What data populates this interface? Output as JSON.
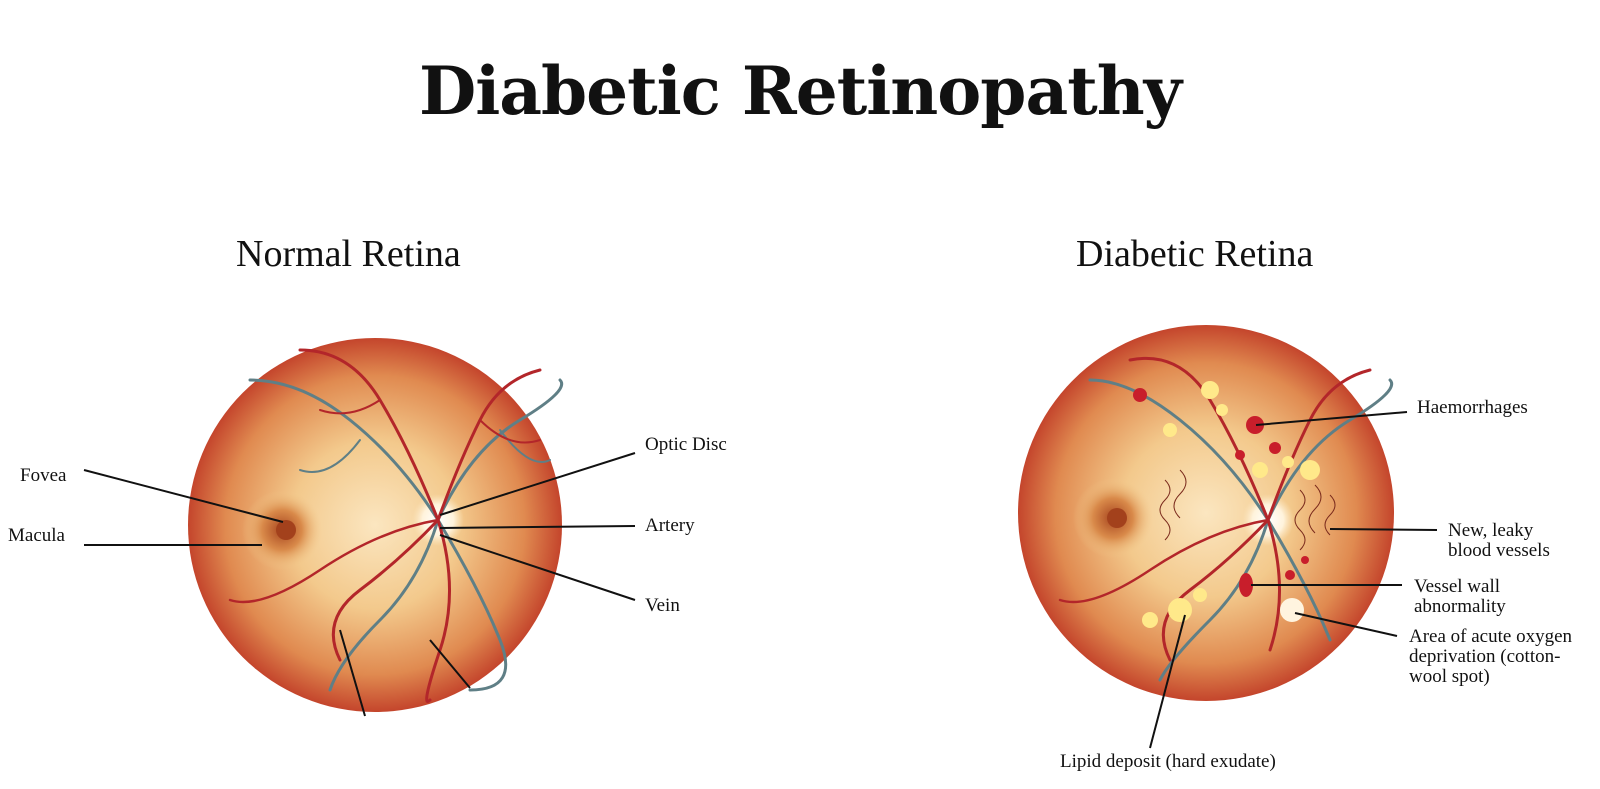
{
  "title": "Diabetic Retinopathy",
  "panels": {
    "normal": {
      "heading": "Normal Retina",
      "labels": {
        "fovea": "Fovea",
        "macula": "Macula",
        "optic_disc": "Optic Disc",
        "artery": "Artery",
        "vein": "Vein"
      }
    },
    "diabetic": {
      "heading": "Diabetic Retina",
      "labels": {
        "haemorrhages": "Haemorrhages",
        "new_vessels": "New, leaky\nblood vessels",
        "vessel_wall": "Vessel wall\nabnormality",
        "cotton_wool": "Area of acute oxygen\ndeprivation (cotton-\nwool spot)",
        "lipid": "Lipid deposit (hard exudate)"
      }
    }
  },
  "colors": {
    "retina_outer": "#c8452c",
    "retina_inner": "#f6d9a8",
    "artery": "#b3262a",
    "vein": "#5f7f86",
    "haemorrhage": "#c81e2b",
    "exudate": "#ffe98a",
    "leader_line": "#111111"
  }
}
